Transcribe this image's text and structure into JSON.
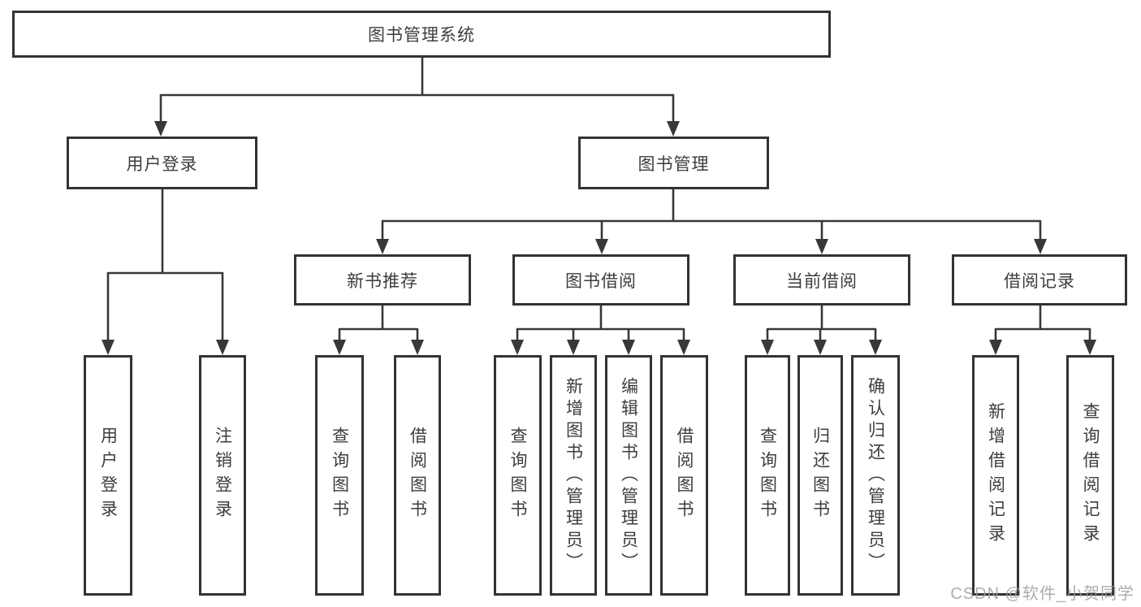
{
  "tree": {
    "root": "图书管理系统",
    "level2": [
      "用户登录",
      "图书管理"
    ],
    "level3": [
      "新书推荐",
      "图书借阅",
      "当前借阅",
      "借阅记录"
    ],
    "leaves": {
      "user_login": [
        "用户登录",
        "注销登录"
      ],
      "new_book": [
        "查询图书",
        "借阅图书"
      ],
      "book_borrow": [
        "查询图书",
        "新增图书（管理员）",
        "编辑图书（管理员）",
        "借阅图书"
      ],
      "current_borrow": [
        "查询图书",
        "归还图书",
        "确认归还（管理员）"
      ],
      "records": [
        "新增借阅记录",
        "查询借阅记录"
      ]
    }
  },
  "watermark": "CSDN @软件_小贺同学",
  "colors": {
    "line": "#383838",
    "border": "#333333",
    "text": "#3d3d3d",
    "watermark": "#9e9e9e",
    "background": "#ffffff"
  }
}
